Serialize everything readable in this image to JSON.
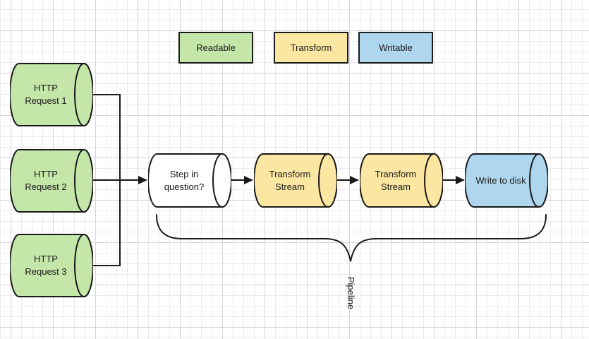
{
  "diagram": {
    "legend": {
      "items": [
        {
          "label": "Readable",
          "color": "#c4e7a9"
        },
        {
          "label": "Transform",
          "color": "#fbe7a1"
        },
        {
          "label": "Writable",
          "color": "#aed6ee"
        }
      ]
    },
    "sources": [
      {
        "label": "HTTP\nRequest 1",
        "color": "#c4e7a9"
      },
      {
        "label": "HTTP\nRequest 2",
        "color": "#c4e7a9"
      },
      {
        "label": "HTTP\nRequest 3",
        "color": "#c4e7a9"
      }
    ],
    "pipeline": [
      {
        "label": "Step in\nquestion?",
        "color": "#ffffff"
      },
      {
        "label": "Transform\nStream",
        "color": "#fbe7a1"
      },
      {
        "label": "Transform\nStream",
        "color": "#fbe7a1"
      },
      {
        "label": "Write to disk",
        "color": "#aed6ee"
      }
    ],
    "brace_label": "Pipeline",
    "stroke_color": "#1a1a1a",
    "grid": {
      "minor_color": "#ebebeb",
      "major_color": "#d6d6d6",
      "background": "#ffffff"
    }
  }
}
